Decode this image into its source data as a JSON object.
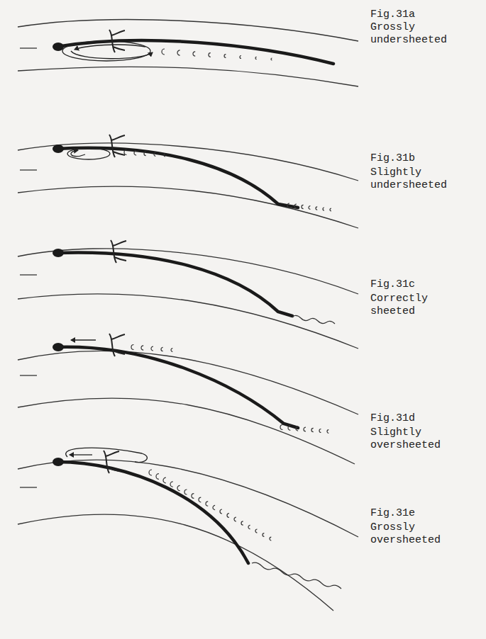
{
  "diagram": {
    "labels": [
      "Fig.31a",
      "Grossly undersheeted",
      "Fig.31b",
      "Slightly undersheeted",
      "Fig.31c",
      "Correctly sheeted",
      "Fig.31d",
      "Slightly oversheeted",
      "Fig.31e",
      "Grossly oversheeted"
    ]
  }
}
